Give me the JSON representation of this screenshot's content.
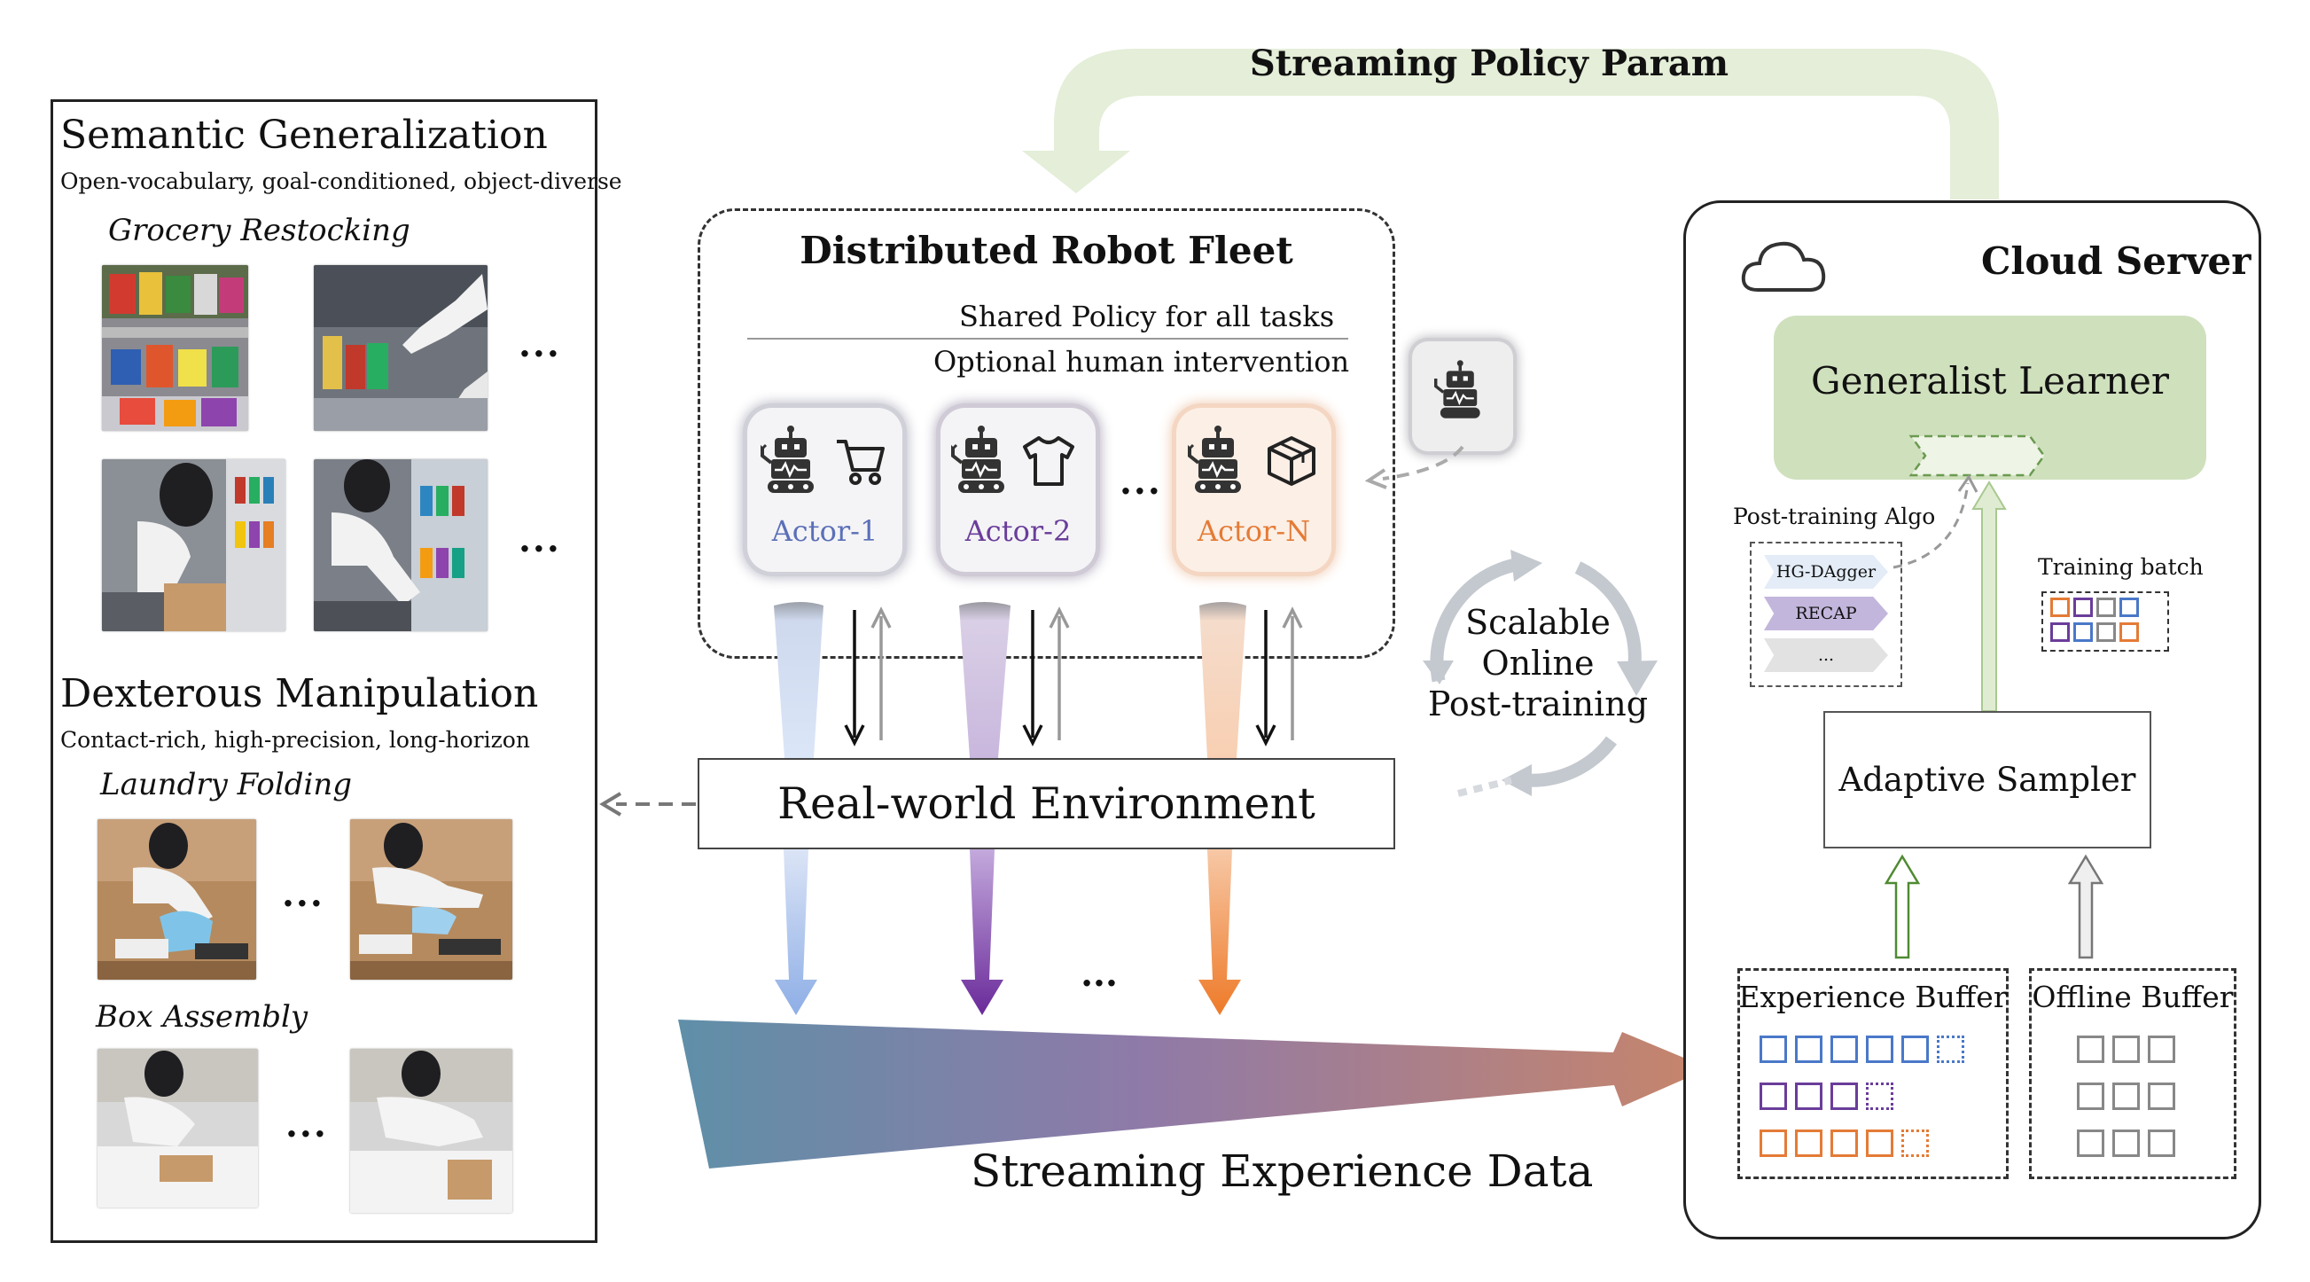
{
  "left": {
    "semantic_title": "Semantic Generalization",
    "semantic_subtitle": "Open-vocabulary, goal-conditioned, object-diverse",
    "task1": "Grocery Restocking",
    "dexterous_title": "Dexterous Manipulation",
    "dexterous_subtitle": "Contact-rich, high-precision, long-horizon",
    "task2": "Laundry Folding",
    "task3": "Box Assembly",
    "ellipsis": "..."
  },
  "top_arrow_label": "Streaming Policy Param",
  "fleet": {
    "title": "Distributed Robot Fleet",
    "shared_policy": "Shared Policy for all tasks",
    "human_intervention": "Optional human intervention",
    "ellipsis": "...",
    "actors": [
      {
        "label": "Actor-1",
        "icon": "shopping-cart-icon",
        "color": "#5b6fb8"
      },
      {
        "label": "Actor-2",
        "icon": "tshirt-icon",
        "color": "#6a3d9a"
      },
      {
        "label": "Actor-N",
        "icon": "box-icon",
        "color": "#e47b36"
      }
    ]
  },
  "environment": "Real-world Environment",
  "cycle": {
    "line1": "Scalable",
    "line2": "Online",
    "line3": "Post-training"
  },
  "stream_ellipsis": "...",
  "bottom_label": "Streaming Experience Data",
  "cloud": {
    "title": "Cloud Server",
    "learner": "Generalist Learner",
    "algo_label": "Post-training Algo",
    "algos": [
      "HG-DAgger",
      "RECAP",
      "..."
    ],
    "batch_label": "Training batch",
    "sampler": "Adaptive Sampler",
    "experience_buffer": "Experience Buffer",
    "offline_buffer": "Offline Buffer"
  },
  "colors": {
    "blue": "#4a78c8",
    "purple": "#6a3d9a",
    "orange": "#e47b36",
    "gray": "#777777",
    "green_light": "#dde9cf",
    "learner_green": "#cfe0bd"
  }
}
